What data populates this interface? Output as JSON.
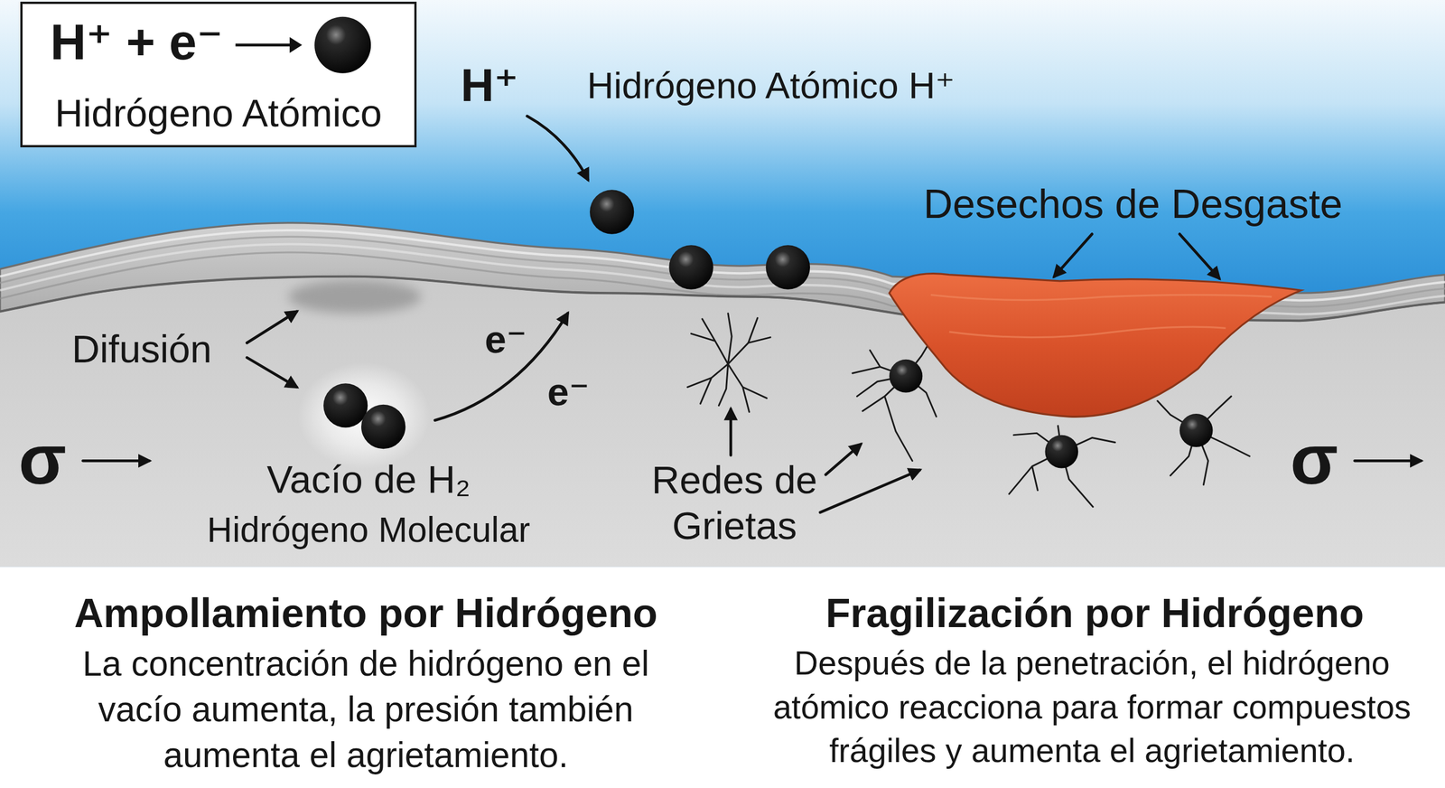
{
  "diagram": {
    "nodes": [
      {
        "text": [
          "H⁺ + e⁻",
          "Hidrógeno Atómico"
        ]
      }
    ],
    "labels": [
      "H⁺",
      "Hidrógeno Atómico H⁺",
      "Desechos de Desgaste",
      "Difusión",
      "e⁻",
      "e⁻",
      "σ",
      "Vacío de H₂",
      "Hidrógeno Molecular",
      "Redes de Grietas",
      "σ",
      "Ampollamiento por Hidrógeno",
      "La concentración de hidrógeno en el vacío aumenta, la presión también aumenta el agrietamiento.",
      "Fragilización por Hidrógeno",
      "Después de la penetración, el hidrógeno atómico reacciona para formar compuestos frágiles y aumenta el agrietamiento."
    ]
  }
}
